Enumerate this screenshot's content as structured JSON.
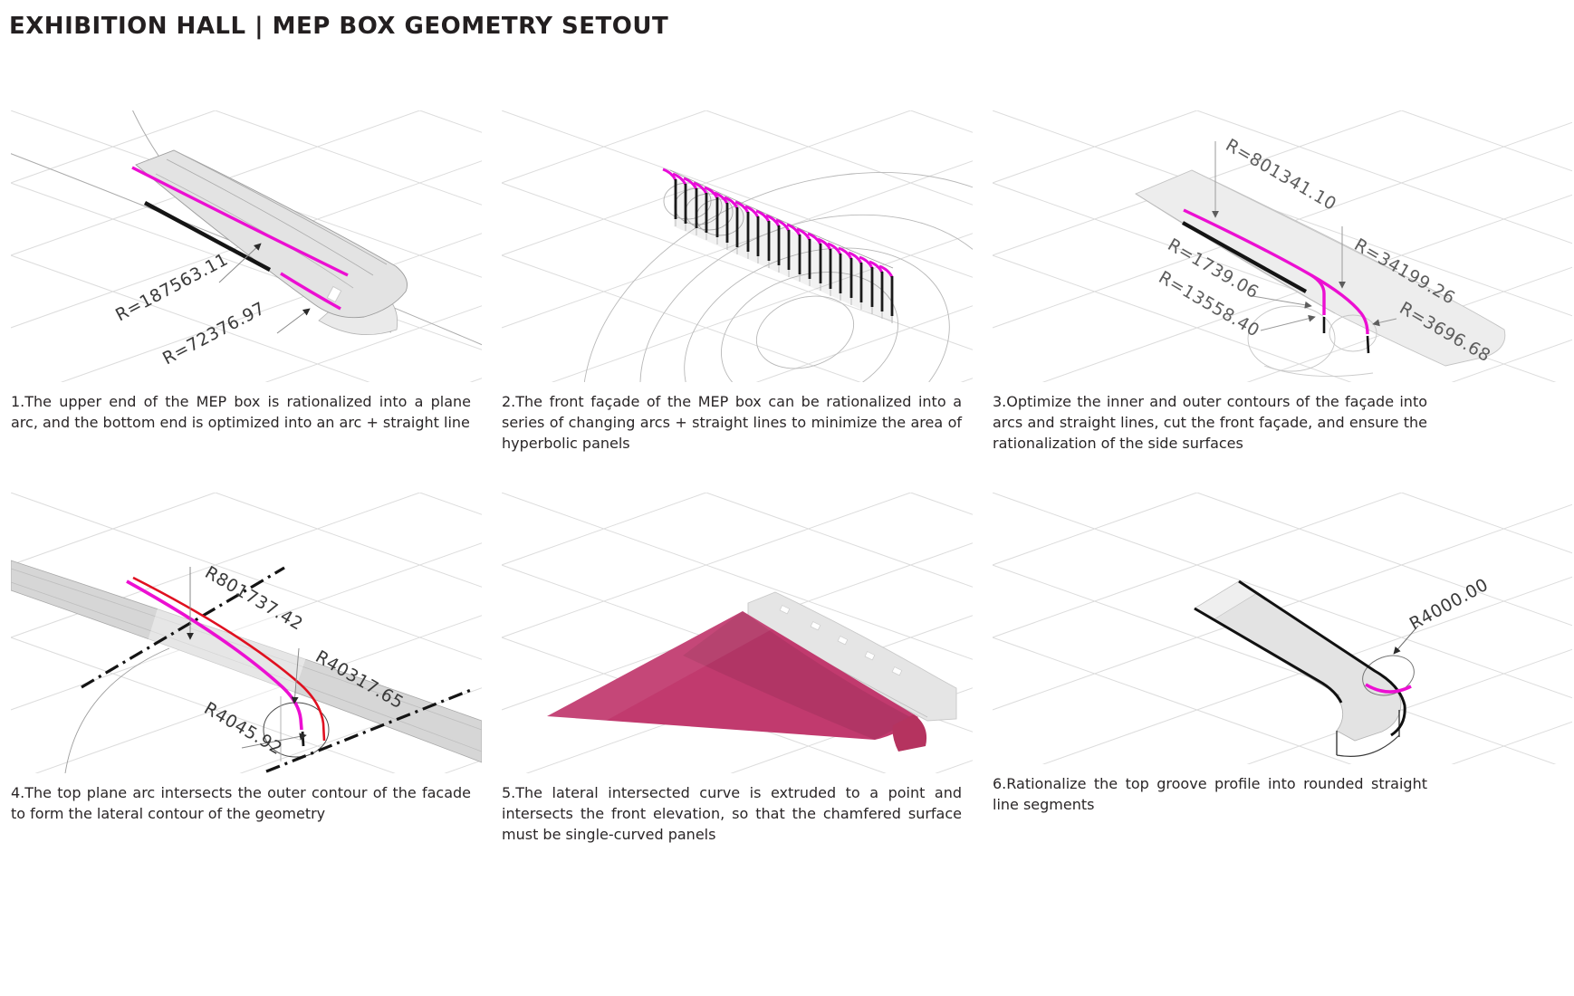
{
  "page": {
    "title": "EXHIBITION HALL | MEP BOX GEOMETRY SETOUT"
  },
  "colors": {
    "magenta_curve": "#ec0fd2",
    "red_curve": "#e01020",
    "crimson_surface": "#c13a6e",
    "geometry_fill": "#e3e3e3",
    "grid_line": "#dcdcdc",
    "text": "#2a2627"
  },
  "panels": [
    {
      "caption": "1.The upper end of the MEP box is rationalized into a plane arc, and the bottom end is optimized into an arc + straight line",
      "labels": [
        "R=187563.11",
        "R=72376.97"
      ]
    },
    {
      "caption": "2.The front façade of the MEP box can be rationalized into a series of changing arcs + straight lines to minimize the area of hyperbolic panels",
      "labels": []
    },
    {
      "caption": "3.Optimize the inner and outer contours of the façade into arcs and straight lines, cut the front façade, and ensure the rationalization of the side surfaces",
      "labels": [
        "R=801341.10",
        "R=34199.26",
        "R=3696.68",
        "R=1739.06",
        "R=13558.40"
      ]
    },
    {
      "caption": "4.The top plane arc intersects the outer contour of the facade to form the lateral contour of the geometry",
      "labels": [
        "R801737.42",
        "R40317.65",
        "R4045.92"
      ]
    },
    {
      "caption": "5.The lateral intersected curve is extruded to a point and intersects the front elevation, so that the chamfered surface must be single-curved panels",
      "labels": []
    },
    {
      "caption": "6.Rationalize the top groove profile into rounded straight line segments",
      "labels": [
        "R4000.00"
      ]
    }
  ]
}
